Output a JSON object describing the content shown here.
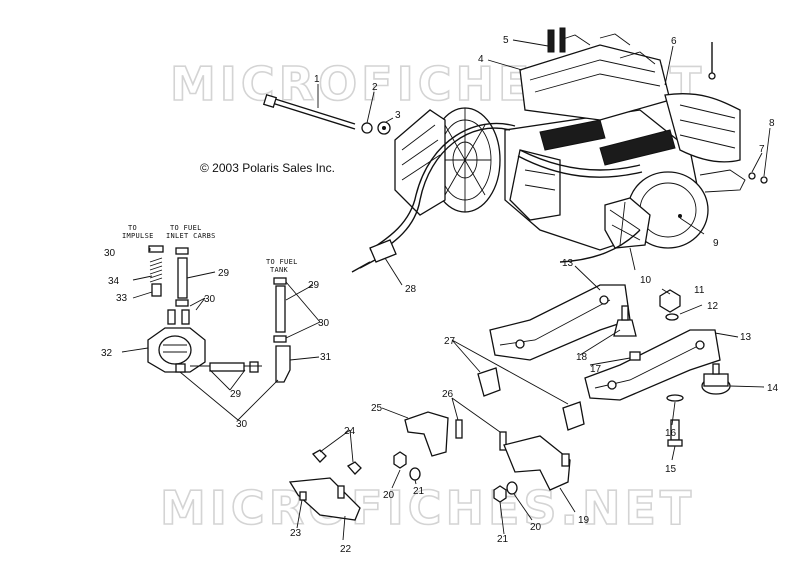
{
  "watermark": {
    "text": "MICROFICHES.NET"
  },
  "copyright": "© 2003 Polaris Sales Inc.",
  "notes": {
    "to_impulse": [
      "TO",
      "IMPULSE"
    ],
    "to_fuel_inlet_carbs": [
      "TO FUEL",
      "INLET CARBS"
    ],
    "to_fuel_tank": [
      "TO FUEL",
      "TANK"
    ]
  },
  "callouts": [
    "1",
    "2",
    "3",
    "4",
    "5",
    "6",
    "7",
    "8",
    "9",
    "10",
    "11",
    "12",
    "13",
    "13",
    "14",
    "15",
    "16",
    "17",
    "18",
    "19",
    "20",
    "20",
    "21",
    "21",
    "22",
    "23",
    "24",
    "25",
    "26",
    "27",
    "28",
    "29",
    "29",
    "29",
    "30",
    "30",
    "30",
    "30",
    "31",
    "32",
    "33",
    "34"
  ]
}
